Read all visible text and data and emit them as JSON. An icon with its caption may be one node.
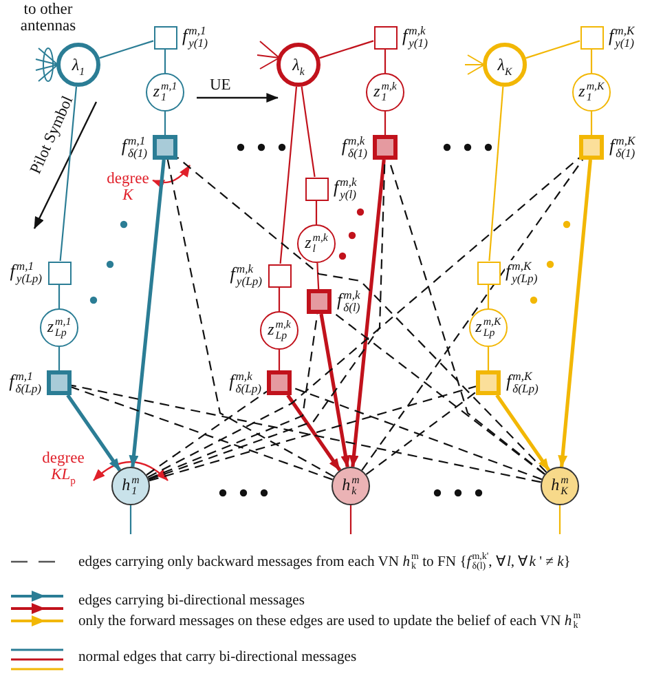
{
  "diagram": {
    "nodes": [
      {
        "text": [
          "λ$_{1}$"
        ]
      },
      {
        "text": [
          "f$_{y(1)}$$^{m,1}$"
        ]
      },
      {
        "text": [
          "z$_{1}$$^{m,1}$"
        ]
      },
      {
        "text": [
          "f$_{δ(1)}$$^{m,1}$"
        ]
      },
      {
        "text": [
          "λ$_{k}$"
        ]
      },
      {
        "text": [
          "f$_{y(1)}$$^{m,k}$"
        ]
      },
      {
        "text": [
          "z$_{1}$$^{m,k}$"
        ]
      },
      {
        "text": [
          "f$_{δ(1)}$$^{m,k}$"
        ]
      },
      {
        "text": [
          "λ$_{K}$"
        ]
      },
      {
        "text": [
          "f$_{y(1)}$$^{m,K}$"
        ]
      },
      {
        "text": [
          "z$_{1}$$^{m,K}$"
        ]
      },
      {
        "text": [
          "f$_{δ(1)}$$^{m,K}$"
        ]
      },
      {
        "text": [
          "f$_{y(l)}$$^{m,k}$"
        ]
      },
      {
        "text": [
          "z$_{l}$$^{m,k}$"
        ]
      },
      {
        "text": [
          "f$_{y(Lp)}$$^{m,1}$"
        ]
      },
      {
        "text": [
          "f$_{y(Lp)}$$^{m,k}$"
        ]
      },
      {
        "text": [
          "f$_{y(Lp)}$$^{m,K}$"
        ]
      },
      {
        "text": [
          "f$_{δ(l)}$$^{m,k}$"
        ]
      },
      {
        "text": [
          "z$_{Lp}$$^{m,1}$"
        ]
      },
      {
        "text": [
          "z$_{Lp}$$^{m,k}$"
        ]
      },
      {
        "text": [
          "z$_{Lp}$$^{m,K}$"
        ]
      },
      {
        "text": [
          "f$_{δ(Lp)}$$^{m,1}$"
        ]
      },
      {
        "text": [
          "f$_{δ(Lp)}$$^{m,k}$"
        ]
      },
      {
        "text": [
          "f$_{δ(Lp)}$$^{m,K}$"
        ]
      },
      {
        "text": [
          "h$_{1}$$^{m}$"
        ]
      },
      {
        "text": [
          "h$_{k}$$^{m}$"
        ]
      },
      {
        "text": [
          "h$_{K}$$^{m}$"
        ]
      }
    ],
    "edges": [
      {
        "from": 0,
        "to": 1,
        "arrow": "none",
        "color": "#2b7d95"
      },
      {
        "from": 1,
        "to": 2,
        "arrow": "none",
        "color": "#2b7d95"
      },
      {
        "from": 2,
        "to": 3,
        "arrow": "none",
        "color": "#2b7d95"
      },
      {
        "from": 3,
        "to": 24,
        "arrow": "to",
        "style": "thick",
        "color": "#2b7d95"
      },
      {
        "from": 0,
        "to": 14,
        "arrow": "none",
        "color": "#2b7d95"
      },
      {
        "from": 14,
        "to": 18,
        "arrow": "none",
        "color": "#2b7d95"
      },
      {
        "from": 18,
        "to": 21,
        "arrow": "none",
        "color": "#2b7d95"
      },
      {
        "from": 21,
        "to": 24,
        "arrow": "to",
        "style": "thick",
        "color": "#2b7d95"
      },
      {
        "from": 24,
        "to": null,
        "arrow": "none",
        "color": "#2b7d95"
      },
      {
        "from": 4,
        "to": 5,
        "arrow": "none",
        "color": "#c1121c"
      },
      {
        "from": 5,
        "to": 6,
        "arrow": "none",
        "color": "#c1121c"
      },
      {
        "from": 6,
        "to": 7,
        "arrow": "none",
        "color": "#c1121c"
      },
      {
        "from": 7,
        "to": 25,
        "arrow": "to",
        "style": "thick",
        "color": "#c1121c"
      },
      {
        "from": 4,
        "to": 12,
        "arrow": "none",
        "color": "#c1121c"
      },
      {
        "from": 12,
        "to": 13,
        "arrow": "none",
        "color": "#c1121c"
      },
      {
        "from": 13,
        "to": 17,
        "arrow": "none",
        "color": "#c1121c"
      },
      {
        "from": 17,
        "to": 25,
        "arrow": "to",
        "style": "thick",
        "color": "#c1121c"
      },
      {
        "from": 4,
        "to": 15,
        "arrow": "none",
        "color": "#c1121c"
      },
      {
        "from": 15,
        "to": 19,
        "arrow": "none",
        "color": "#c1121c"
      },
      {
        "from": 19,
        "to": 22,
        "arrow": "none",
        "color": "#c1121c"
      },
      {
        "from": 22,
        "to": 25,
        "arrow": "to",
        "style": "thick",
        "color": "#c1121c"
      },
      {
        "from": 25,
        "to": null,
        "arrow": "none",
        "color": "#c1121c"
      },
      {
        "from": 8,
        "to": 9,
        "arrow": "none",
        "color": "#f2b705"
      },
      {
        "from": 9,
        "to": 10,
        "arrow": "none",
        "color": "#f2b705"
      },
      {
        "from": 10,
        "to": 11,
        "arrow": "none",
        "color": "#f2b705"
      },
      {
        "from": 11,
        "to": 26,
        "arrow": "to",
        "style": "thick",
        "color": "#f2b705"
      },
      {
        "from": 8,
        "to": 16,
        "arrow": "none",
        "color": "#f2b705"
      },
      {
        "from": 16,
        "to": 20,
        "arrow": "none",
        "color": "#f2b705"
      },
      {
        "from": 20,
        "to": 23,
        "arrow": "none",
        "color": "#f2b705"
      },
      {
        "from": 23,
        "to": 26,
        "arrow": "to",
        "style": "thick",
        "color": "#f2b705"
      },
      {
        "from": 26,
        "to": null,
        "arrow": "none",
        "color": "#f2b705"
      },
      {
        "from": 24,
        "to": 7,
        "arrow": "none",
        "style": "dashed"
      },
      {
        "from": 24,
        "to": 17,
        "arrow": "none",
        "style": "dashed"
      },
      {
        "from": 24,
        "to": 22,
        "arrow": "none",
        "style": "dashed"
      },
      {
        "from": 24,
        "to": 11,
        "arrow": "none",
        "style": "dashed"
      },
      {
        "from": 24,
        "to": 23,
        "arrow": "none",
        "style": "dashed"
      },
      {
        "from": 25,
        "to": 3,
        "arrow": "none",
        "style": "dashed"
      },
      {
        "from": 25,
        "to": 21,
        "arrow": "none",
        "style": "dashed"
      },
      {
        "from": 25,
        "to": 11,
        "arrow": "none",
        "style": "dashed"
      },
      {
        "from": 25,
        "to": 23,
        "arrow": "none",
        "style": "dashed"
      },
      {
        "from": 26,
        "to": 3,
        "arrow": "none",
        "style": "dashed"
      },
      {
        "from": 26,
        "to": 21,
        "arrow": "none",
        "style": "dashed"
      },
      {
        "from": 26,
        "to": 7,
        "arrow": "none",
        "style": "dashed"
      },
      {
        "from": 26,
        "to": 17,
        "arrow": "none",
        "style": "dashed"
      },
      {
        "from": 26,
        "to": 22,
        "arrow": "none",
        "style": "dashed"
      }
    ],
    "labels": [
      "to other antennas",
      "Pilot Symbol",
      "UE",
      "degree *K*",
      "degree *KL*$_{p}$"
    ],
    "legend": [
      {
        "text": "edges carrying only backward messages from each VN *h*$_{k}$$^{m}$ to FN {*f*$_{δ(l)}$$^{m,k'}$, ∀*l*, ∀*k* ' ≠ *k*}"
      },
      {
        "text": "edges carrying bi-directional messages"
      },
      {
        "text": "only the forward messages on these edges are used to update the belief of each VN *h*$_{k}$$^{m}$"
      },
      {
        "text": "normal edges that carry bi-directional messages"
      }
    ]
  }
}
